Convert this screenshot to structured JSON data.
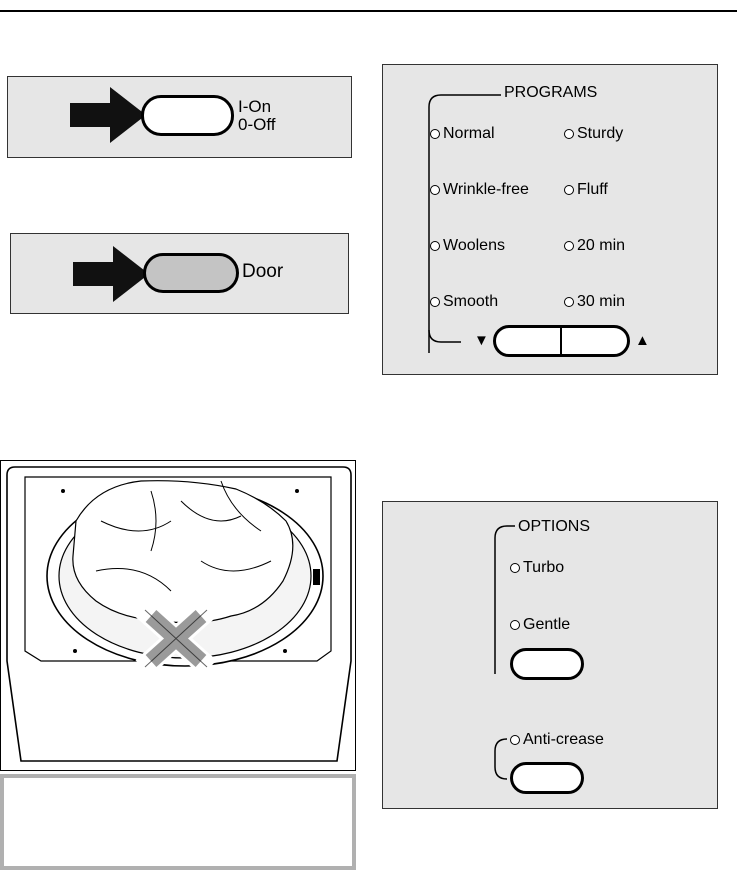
{
  "power": {
    "line1": "I-On",
    "line2": "0-Off"
  },
  "door": {
    "label": "Door"
  },
  "programs": {
    "heading": "PROGRAMS",
    "items": [
      "Normal",
      "Sturdy",
      "Wrinkle-free",
      "Fluff",
      "Woolens",
      "20 min",
      "Smooth",
      "30 min"
    ],
    "down_glyph": "▼",
    "up_glyph": "▲"
  },
  "options": {
    "heading": "OPTIONS",
    "items": [
      "Turbo",
      "Gentle"
    ],
    "anti_crease": "Anti-crease"
  },
  "icons": {
    "arrow": "arrow-right-icon",
    "led": "indicator-ring-icon",
    "cross": "x-mark-icon"
  },
  "colors": {
    "panel_bg": "#e6e6e6",
    "door_button": "#c4c4c4",
    "note_border": "#b0b0b0"
  }
}
